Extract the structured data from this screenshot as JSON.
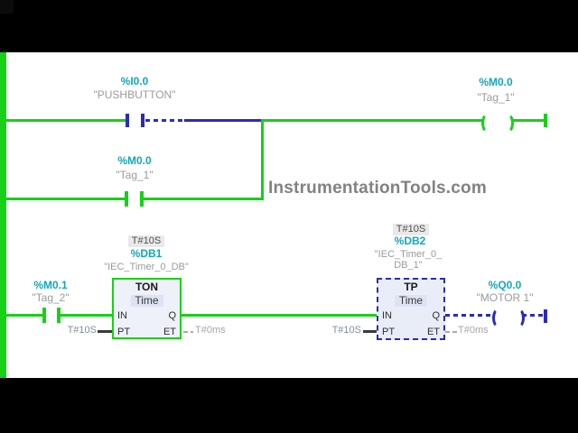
{
  "watermark": "InstrumentationTools.com",
  "colors": {
    "power_flow_green": "#16d116",
    "no_flow_blue": "#2b2bb8",
    "operand_teal": "#12a7b7",
    "tag_gray": "#9a9a9a",
    "constant_slate": "#7e8ca0",
    "background": "#ffffff",
    "letterbox": "#000000"
  },
  "network1": {
    "contact_pushbutton": {
      "address": "%I0.0",
      "name": "\"PUSHBUTTON\""
    },
    "contact_tag1": {
      "address": "%M0.0",
      "name": "\"Tag_1\""
    },
    "coil_tag1": {
      "address": "%M0.0",
      "name": "\"Tag_1\""
    }
  },
  "network2": {
    "contact_tag2": {
      "address": "%M0.1",
      "name": "\"Tag_2\""
    },
    "ton": {
      "preset_badge": "T#10S",
      "db_address": "%DB1",
      "db_name": "\"IEC_Timer_0_DB\"",
      "title": "TON",
      "subtitle": "Time",
      "pin_in": "IN",
      "pin_q": "Q",
      "pin_pt": "PT",
      "pin_et": "ET",
      "pt_value": "T#10S",
      "et_value": "T#0ms"
    },
    "tp": {
      "preset_badge": "T#10S",
      "db_address": "%DB2",
      "db_name_line1": "\"IEC_Timer_0_",
      "db_name_line2": "DB_1\"",
      "title": "TP",
      "subtitle": "Time",
      "pin_in": "IN",
      "pin_q": "Q",
      "pin_pt": "PT",
      "pin_et": "ET",
      "pt_value": "T#10S",
      "et_value": "T#0ms"
    },
    "coil_motor": {
      "address": "%Q0.0",
      "name": "\"MOTOR 1\""
    }
  }
}
